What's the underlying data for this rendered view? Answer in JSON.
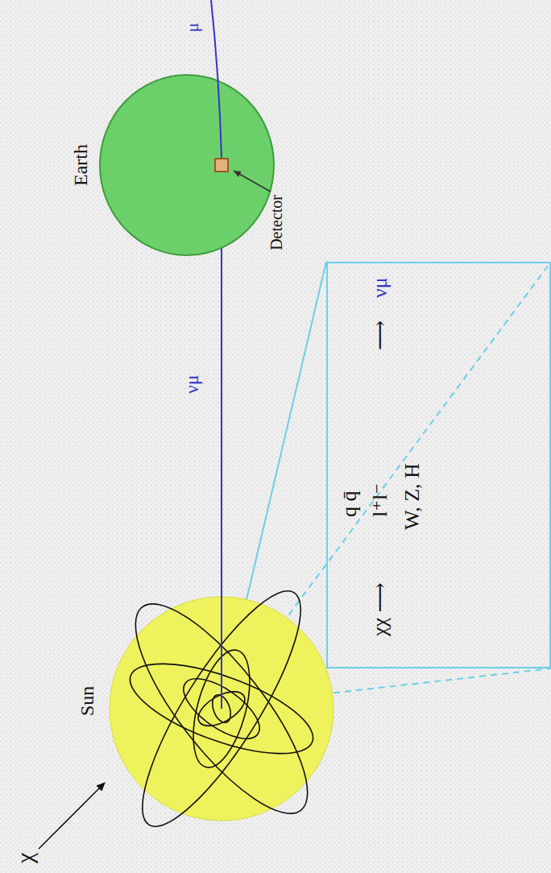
{
  "diagram": {
    "nodes": [
      {
        "text": [
          "Sun"
        ]
      },
      {
        "text": [
          "Earth"
        ]
      },
      {
        "text": [
          "Detector"
        ],
        "in": 1
      },
      {
        "text": [
          "χχ ⟶",
          "q q̄",
          "l⁺l⁻",
          "W, Z, H",
          "⟶",
          "νμ"
        ]
      }
    ],
    "edges": [
      {
        "from": 0,
        "to": 2,
        "arrow": "none",
        "label": "νμ"
      }
    ],
    "labels": [
      "χ",
      "μ"
    ]
  }
}
